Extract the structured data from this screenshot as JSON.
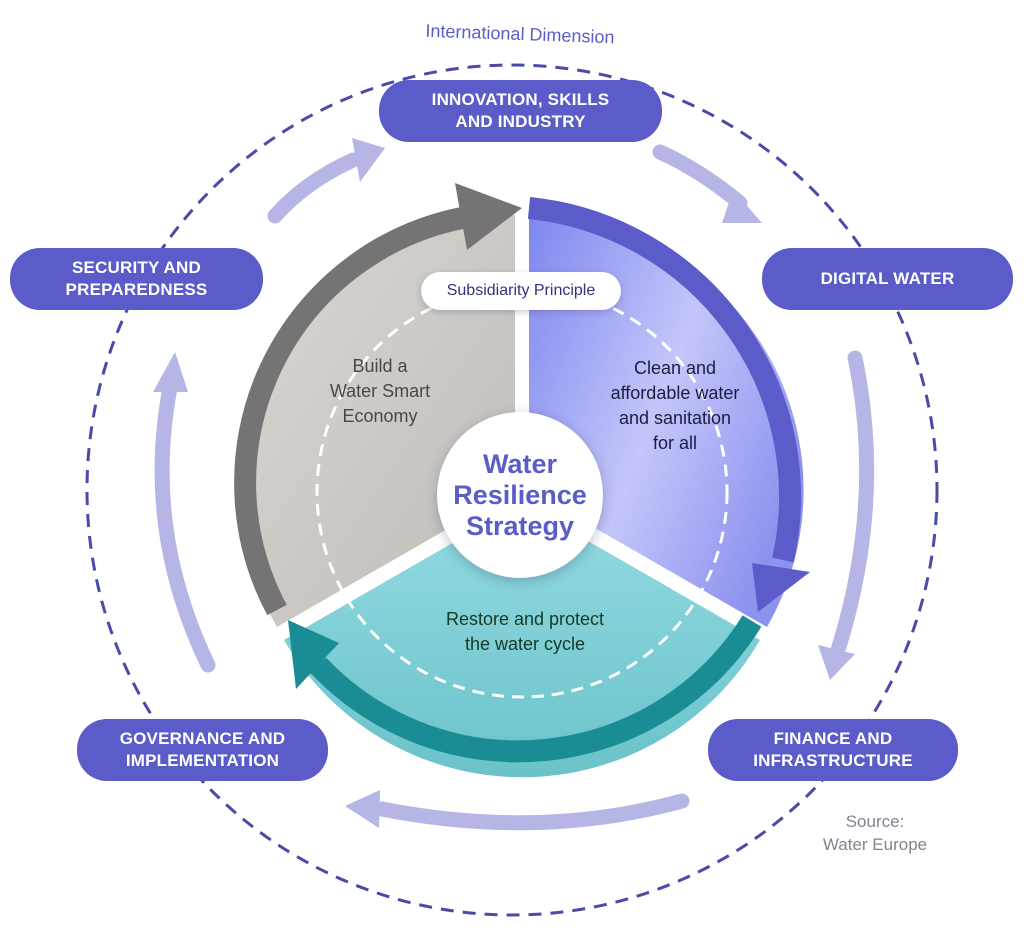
{
  "outer_ring_label": "International Dimension",
  "hub": {
    "line1": "Water",
    "line2": "Resilience",
    "line3": "Strategy"
  },
  "principle": "Subsidiarity Principle",
  "segments": {
    "economy": {
      "lines": [
        "Build a",
        "Water Smart",
        "Economy"
      ]
    },
    "water_access": {
      "lines": [
        "Clean and",
        "affordable water",
        "and sanitation",
        "for all"
      ]
    },
    "water_cycle": {
      "lines": [
        "Restore and protect",
        "the water cycle"
      ]
    }
  },
  "enablers": {
    "innovation": {
      "lines": [
        "INNOVATION, SKILLS",
        "AND INDUSTRY"
      ]
    },
    "digital": {
      "lines": [
        "DIGITAL WATER"
      ]
    },
    "finance": {
      "lines": [
        "FINANCE AND",
        "INFRASTRUCTURE"
      ]
    },
    "governance": {
      "lines": [
        "GOVERNANCE AND",
        "IMPLEMENTATION"
      ]
    },
    "security": {
      "lines": [
        "SECURITY AND",
        "PREPAREDNESS"
      ]
    }
  },
  "source": {
    "line1": "Source:",
    "line2": "Water Europe"
  },
  "colors": {
    "pill": "#5b5cc9",
    "dashed_ring": "#4a4aa8",
    "outer_arrows": "#b5b6e6",
    "economy_arrow": "#757373",
    "water_access_arrow": "#5b5cc9",
    "water_cycle_arrow": "#1a8d94"
  }
}
